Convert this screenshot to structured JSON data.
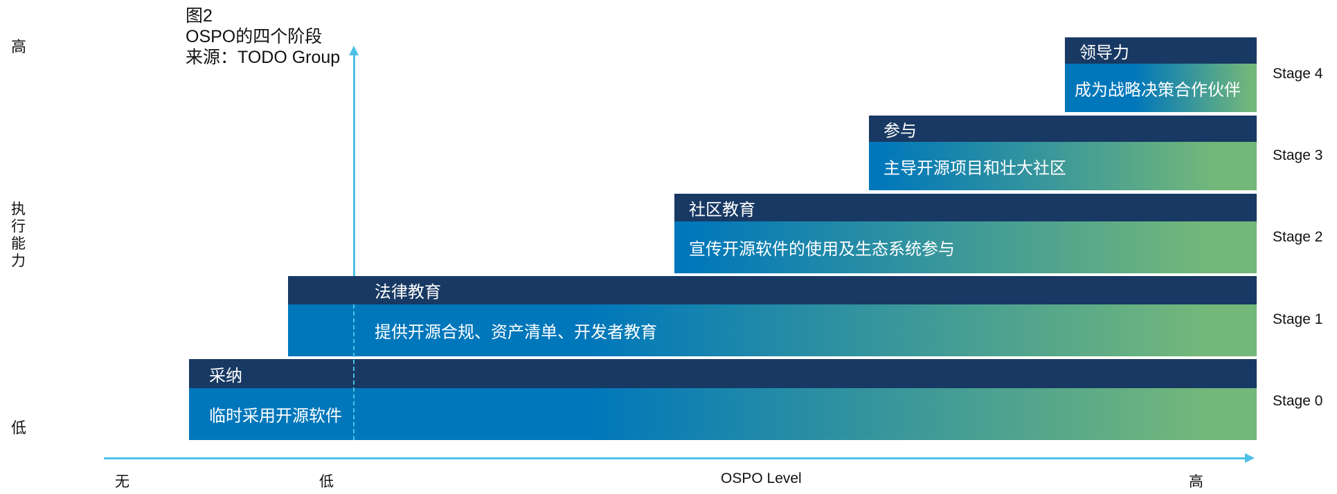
{
  "caption": {
    "figure": "图2",
    "title": "OSPO的四个阶段",
    "source": "来源：TODO Group"
  },
  "y_axis": {
    "label": "执行能力",
    "label_chars": [
      "执",
      "行",
      "能",
      "力"
    ],
    "high": "高",
    "low": "低"
  },
  "x_axis": {
    "label": "OSPO Level",
    "none": "无",
    "low": "低",
    "high": "高"
  },
  "stages": [
    {
      "stage": "Stage 0",
      "title": "采纳",
      "description": "临时采用开源软件"
    },
    {
      "stage": "Stage 1",
      "title": "法律教育",
      "description": "提供开源合规、资产清单、开发者教育"
    },
    {
      "stage": "Stage 2",
      "title": "社区教育",
      "description": "宣传开源软件的使用及生态系统参与"
    },
    {
      "stage": "Stage 3",
      "title": "参与",
      "description": "主导开源项目和壮大社区"
    },
    {
      "stage": "Stage 4",
      "title": "领导力",
      "description": "成为战略决策合作伙伴"
    }
  ],
  "colors": {
    "header": "#183963",
    "gradient_start": "#0077bb",
    "gradient_end": "#73b77a",
    "axis": "#4cc0e8"
  }
}
